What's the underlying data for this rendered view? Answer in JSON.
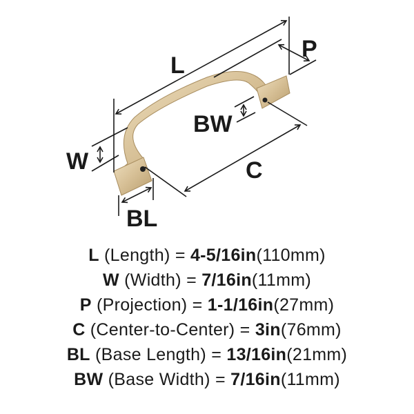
{
  "diagram": {
    "labels": {
      "L": "L",
      "P": "P",
      "BW": "BW",
      "W": "W",
      "C": "C",
      "BL": "BL"
    },
    "handle_color": "#d9c39a"
  },
  "specs": [
    {
      "key": "L",
      "name": " (Length) = ",
      "value": "4-5/16in",
      "metric": "(110mm)"
    },
    {
      "key": "W",
      "name": " (Width) = ",
      "value": "7/16in",
      "metric": "(11mm)"
    },
    {
      "key": "P",
      "name": " (Projection) = ",
      "value": "1-1/16in",
      "metric": "(27mm)"
    },
    {
      "key": "C",
      "name": " (Center-to-Center) = ",
      "value": "3in",
      "metric": "(76mm)"
    },
    {
      "key": "BL",
      "name": " (Base Length) = ",
      "value": "13/16in",
      "metric": "(21mm)"
    },
    {
      "key": "BW",
      "name": " (Base Width) = ",
      "value": "7/16in",
      "metric": "(11mm)"
    }
  ]
}
